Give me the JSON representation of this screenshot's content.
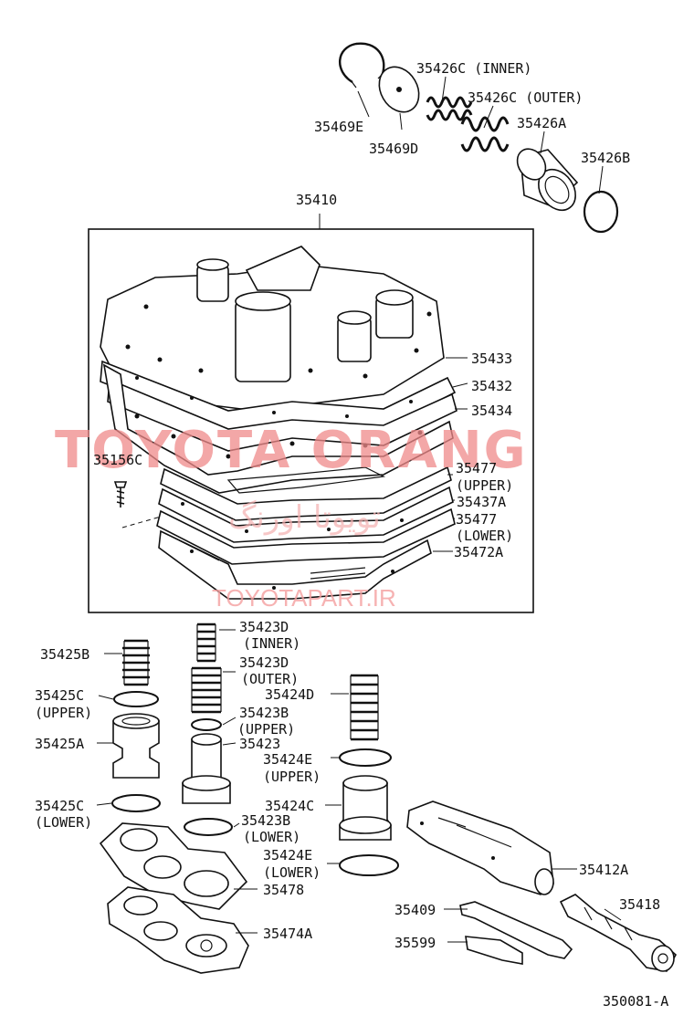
{
  "watermark": {
    "brand": "TOYOTA ORANG",
    "persian": "تویوتا اورنگ",
    "url": "TOYOTAPART.IR",
    "color": "#f08a8a"
  },
  "diagram_id": "350081-A",
  "labels": {
    "p35469E": "35469E",
    "p35469D": "35469D",
    "p35426C_inner": "35426C (INNER)",
    "p35426C_outer": "35426C (OUTER)",
    "p35426A": "35426A",
    "p35426B": "35426B",
    "p35410": "35410",
    "p35433": "35433",
    "p35432": "35432",
    "p35434": "35434",
    "p35156C": "35156C",
    "p35477_upper_a": "35477",
    "p35477_upper_b": "(UPPER)",
    "p35437A": "35437A",
    "p35477_lower_a": "35477",
    "p35477_lower_b": "(LOWER)",
    "p35472A": "35472A",
    "p35425B": "35425B",
    "p35425C_upper_a": "35425C",
    "p35425C_upper_b": "(UPPER)",
    "p35425A": "35425A",
    "p35425C_lower_a": "35425C",
    "p35425C_lower_b": "(LOWER)",
    "p35423D_inner_a": "35423D",
    "p35423D_inner_b": "(INNER)",
    "p35423D_outer_a": "35423D",
    "p35423D_outer_b": "(OUTER)",
    "p35423B_upper_a": "35423B",
    "p35423B_upper_b": "(UPPER)",
    "p35423": "35423",
    "p35423B_lower_a": "35423B",
    "p35423B_lower_b": "(LOWER)",
    "p35424D": "35424D",
    "p35424E_upper_a": "35424E",
    "p35424E_upper_b": "(UPPER)",
    "p35424C": "35424C",
    "p35424E_lower_a": "35424E",
    "p35424E_lower_b": "(LOWER)",
    "p35478": "35478",
    "p35474A": "35474A",
    "p35412A": "35412A",
    "p35418": "35418",
    "p35409": "35409",
    "p35599": "35599"
  }
}
